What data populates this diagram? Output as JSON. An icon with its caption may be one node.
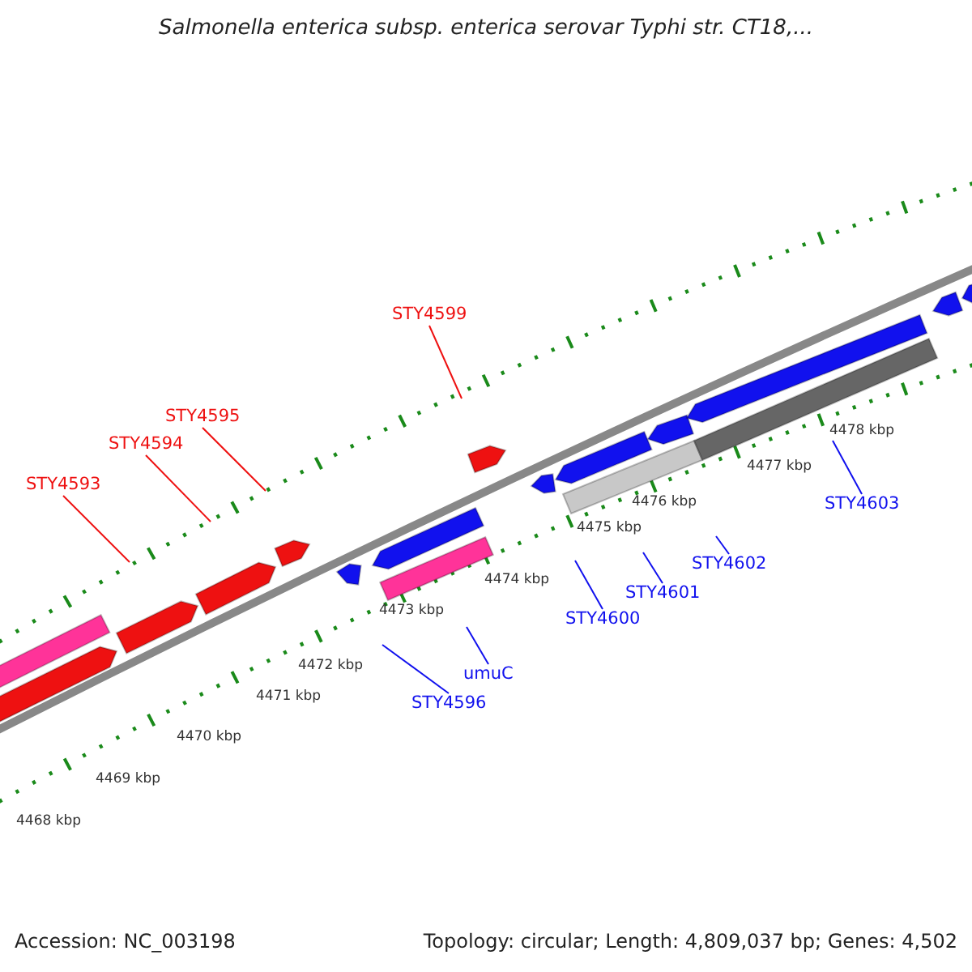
{
  "diagram": {
    "title": "Salmonella enterica subsp. enterica serovar Typhi str. CT18,...",
    "nodes": [
      {
        "text": [
          "STY4593"
        ]
      },
      {
        "text": [
          "STY4594"
        ]
      },
      {
        "text": [
          "STY4595"
        ]
      },
      {
        "text": [
          "STY4599"
        ]
      },
      {
        "text": [
          "STY4596"
        ]
      },
      {
        "text": [
          "umuC"
        ]
      },
      {
        "text": [
          "STY4600"
        ]
      },
      {
        "text": [
          "STY4601"
        ]
      },
      {
        "text": [
          "STY4602"
        ]
      },
      {
        "text": [
          "STY4603"
        ]
      }
    ],
    "edges": [
      {
        "from": 0,
        "to": null,
        "arrow": "none",
        "color": "#ee1111"
      },
      {
        "from": 1,
        "to": null,
        "arrow": "none",
        "color": "#ee1111"
      },
      {
        "from": 2,
        "to": null,
        "arrow": "none",
        "color": "#ee1111"
      },
      {
        "from": 3,
        "to": null,
        "arrow": "none",
        "color": "#ee1111"
      },
      {
        "from": 4,
        "to": null,
        "arrow": "none"
      },
      {
        "from": 5,
        "to": null,
        "arrow": "none"
      },
      {
        "from": 6,
        "to": null,
        "arrow": "none"
      },
      {
        "from": 7,
        "to": null,
        "arrow": "none"
      },
      {
        "from": 8,
        "to": null,
        "arrow": "none"
      },
      {
        "from": 9,
        "to": null,
        "arrow": "none"
      }
    ],
    "labels": [
      "4468 kbp",
      "4469 kbp",
      "4470 kbp",
      "4471 kbp",
      "4472 kbp",
      "4473 kbp",
      "4474 kbp",
      "4475 kbp",
      "4476 kbp",
      "4477 kbp",
      "4478 kbp",
      "Accession: NC_003198",
      "Topology: circular; Length: 4,809,037 bp; Genes: 4,502"
    ]
  }
}
